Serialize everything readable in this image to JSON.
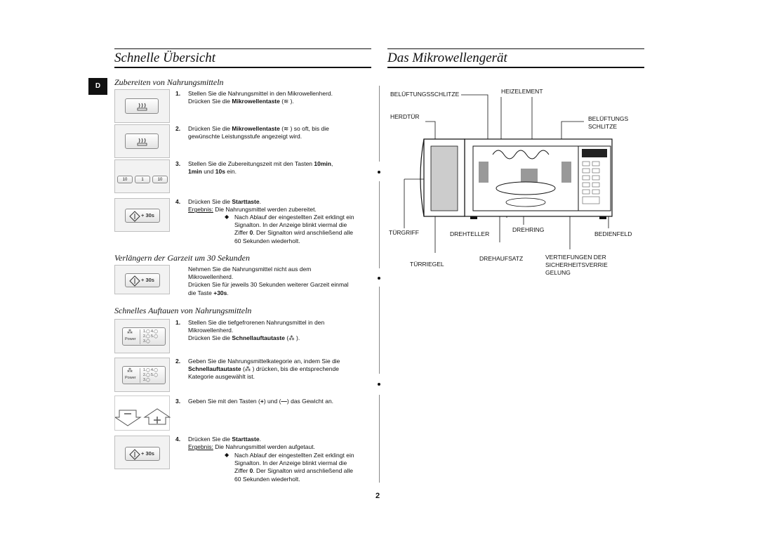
{
  "left": {
    "title": "Schnelle Übersicht",
    "tab": "D",
    "sec1": {
      "heading": "Zubereiten von Nahrungsmitteln",
      "steps": [
        {
          "num": "1.",
          "l1": "Stellen Sie die Nahrungsmittel in den Mikrowellenherd.",
          "l2a": "Drücken Sie die ",
          "l2b": "Mikrowellentaste",
          "l2c": " (",
          "l2d": " )."
        },
        {
          "num": "2.",
          "l1a": "Drücken Sie die ",
          "l1b": "Mikrowellentaste",
          "l1c": " (",
          "l1d": " ) so oft, bis die",
          "l2": "gewünschte Leistungsstufe angezeigt wird."
        },
        {
          "num": "3.",
          "l1a": "Stellen Sie die Zubereitungszeit mit den Tasten ",
          "l1b": "10min",
          "l1c": ",",
          "l2a": "1min",
          "l2b": " und ",
          "l2c": "10s",
          "l2d": " ein."
        },
        {
          "num": "4.",
          "l1a": "Drücken Sie die ",
          "l1b": "Starttaste",
          "l1c": ".",
          "res_label": "Ergebnis:",
          "res_text": " Die Nahrungsmittel werden zubereitet.",
          "b1": "Nach Ablauf der eingestellten Zeit erklingt ein",
          "b2": "Signalton. In der Anzeige blinkt viermal die",
          "b3a": "Ziffer ",
          "b3b": "0",
          "b3c": ". Der Signalton wird anschließend alle",
          "b4": "60 Sekunden wiederholt."
        }
      ]
    },
    "sec2": {
      "heading": "Verlängern der Garzeit um 30 Sekunden",
      "l1": "Nehmen Sie die Nahrungsmittel nicht aus dem",
      "l2": "Mikrowellenherd.",
      "l3": "Drücken Sie für jeweils 30 Sekunden weiterer Garzeit einmal",
      "l4a": "die Taste ",
      "l4b": "+30s",
      "l4c": "."
    },
    "sec3": {
      "heading": "Schnelles Auftauen von Nahrungsmitteln",
      "s1": {
        "num": "1.",
        "l1": "Stellen Sie die tiefgefrorenen Nahrungsmittel in den",
        "l2": "Mikrowellenherd.",
        "l3a": "Drücken Sie die ",
        "l3b": "Schnellauftautaste",
        "l3c": " (",
        "l3d": " )."
      },
      "s2": {
        "num": "2.",
        "l1": "Geben Sie die Nahrungsmittelkategorie an, indem Sie die",
        "l2a": "Schnellauftautaste",
        "l2b": " (",
        "l2c": " ) drücken, bis die entsprechende",
        "l3": "Kategorie ausgewählt ist."
      },
      "s3": {
        "num": "3.",
        "l1a": "Geben Sie mit den Tasten (",
        "l1b": ") und (",
        "l1c": ") das Gewicht an."
      },
      "s4": {
        "num": "4.",
        "l1a": "Drücken Sie die ",
        "l1b": "Starttaste",
        "l1c": ".",
        "res_label": "Ergebnis:",
        "res_text": " Die Nahrungsmittel werden aufgetaut.",
        "b1": "Nach Ablauf der eingestellten Zeit erklingt ein",
        "b2": "Signalton. In der Anzeige blinkt viermal die",
        "b3a": "Ziffer ",
        "b3b": "0",
        "b3c": ". Der Signalton wird anschließend alle",
        "b4": "60 Sekunden wiederholt."
      }
    },
    "btn_labels": {
      "p30": "+ 30s",
      "b10m": "10",
      "b1m": "1",
      "b10s": "10",
      "power": "Power",
      "plus": "+",
      "minus": "−"
    }
  },
  "right": {
    "title": "Das Mikrowellengerät",
    "labels": {
      "lueftung": "BELÜFTUNGSSCHLITZE",
      "heiz": "HEIZELEMENT",
      "herdtuer": "HERDTÜR",
      "belueft2a": "BELÜFTUNGS",
      "belueft2b": "SCHLITZE",
      "tuergriff": "TÜRGRIFF",
      "drehteller": "DREHTELLER",
      "drehring": "DREHRING",
      "bedienfeld": "BEDIENFELD",
      "tuerriegel": "TÜRRIEGEL",
      "drehaufsatz": "DREHAUFSATZ",
      "vert1": "VERTIEFUNGEN DER",
      "vert2": "SICHERHEITSVERRIE",
      "vert3": "GELUNG"
    }
  },
  "page_number": "2"
}
